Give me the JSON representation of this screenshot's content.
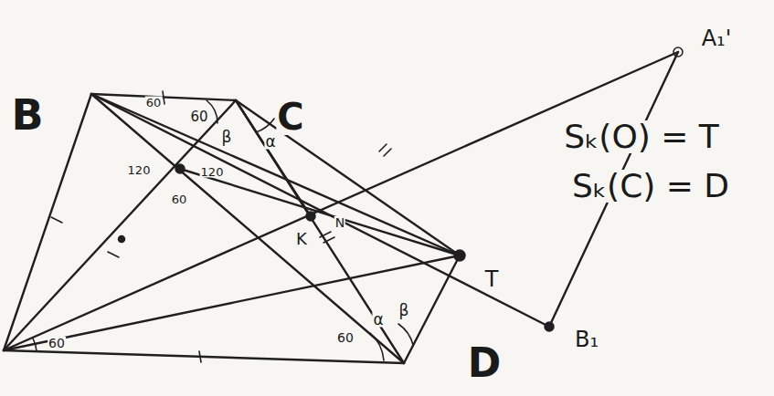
{
  "diagram": {
    "labels": [
      "B",
      "C",
      "D",
      "T",
      "A₁'",
      "B₁",
      "K",
      "Sₖ(O) = T",
      "Sₖ(C) = D",
      "60",
      "β",
      "α",
      "60",
      "120",
      "120",
      "60",
      "N",
      "α",
      "β",
      "60",
      "60"
    ]
  }
}
